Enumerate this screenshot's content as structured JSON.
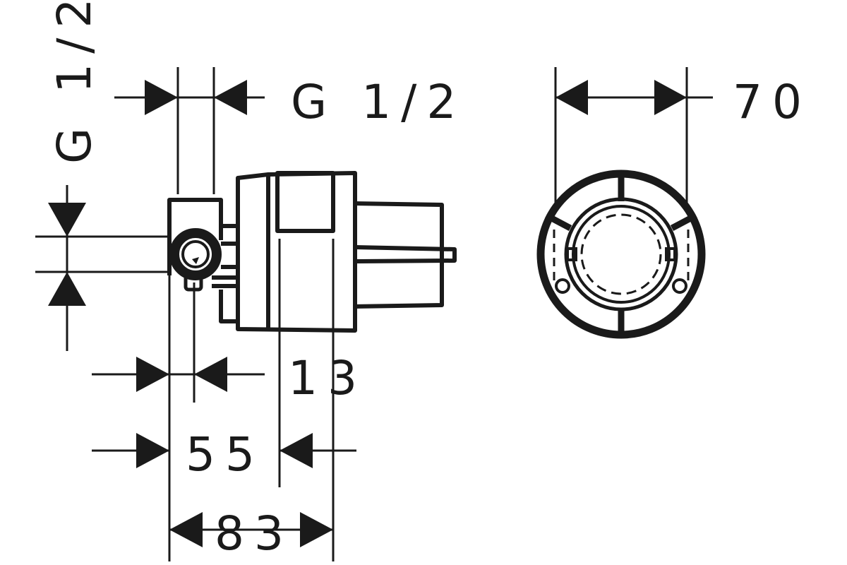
{
  "drawing": {
    "dimensions": {
      "top_connection": "G 1/2",
      "side_connection": "G 1/2",
      "diameter": "70",
      "offset_13": "13",
      "depth_55": "55",
      "depth_83": "83"
    },
    "line_color": "#1a1a1a"
  }
}
